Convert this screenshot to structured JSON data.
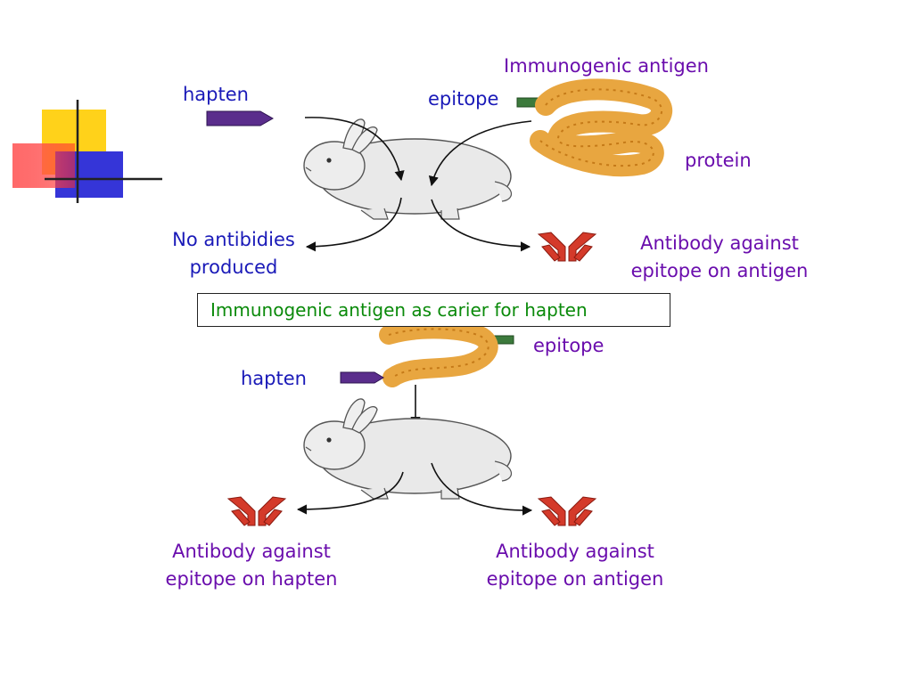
{
  "top_panel": {
    "hapten_label": "hapten",
    "epitope_label": "epitope",
    "immunogenic_antigen_label": "Immunogenic antigen",
    "protein_label": "protein",
    "no_antibodies_line1": "No antibidies",
    "no_antibodies_line2": "produced",
    "antibody_antigen_line1": "Antibody against",
    "antibody_antigen_line2": "epitope on antigen"
  },
  "caption": "Immunogenic antigen as carier for hapten",
  "bottom_panel": {
    "epitope_label": "epitope",
    "hapten_label": "hapten",
    "antibody_hapten_line1": "Antibody against",
    "antibody_hapten_line2": "epitope on hapten",
    "antibody_antigen_line1": "Antibody against",
    "antibody_antigen_line2": "epitope on antigen"
  },
  "colors": {
    "label_purple": "#6a0dad",
    "label_blue": "#1a1ab8",
    "caption_green": "#0a8a0a",
    "protein_orange": "#e8a640",
    "antibody_red": "#d43a2a",
    "hapten_purple": "#5a2d8c",
    "epitope_green": "#3c7a3c"
  }
}
